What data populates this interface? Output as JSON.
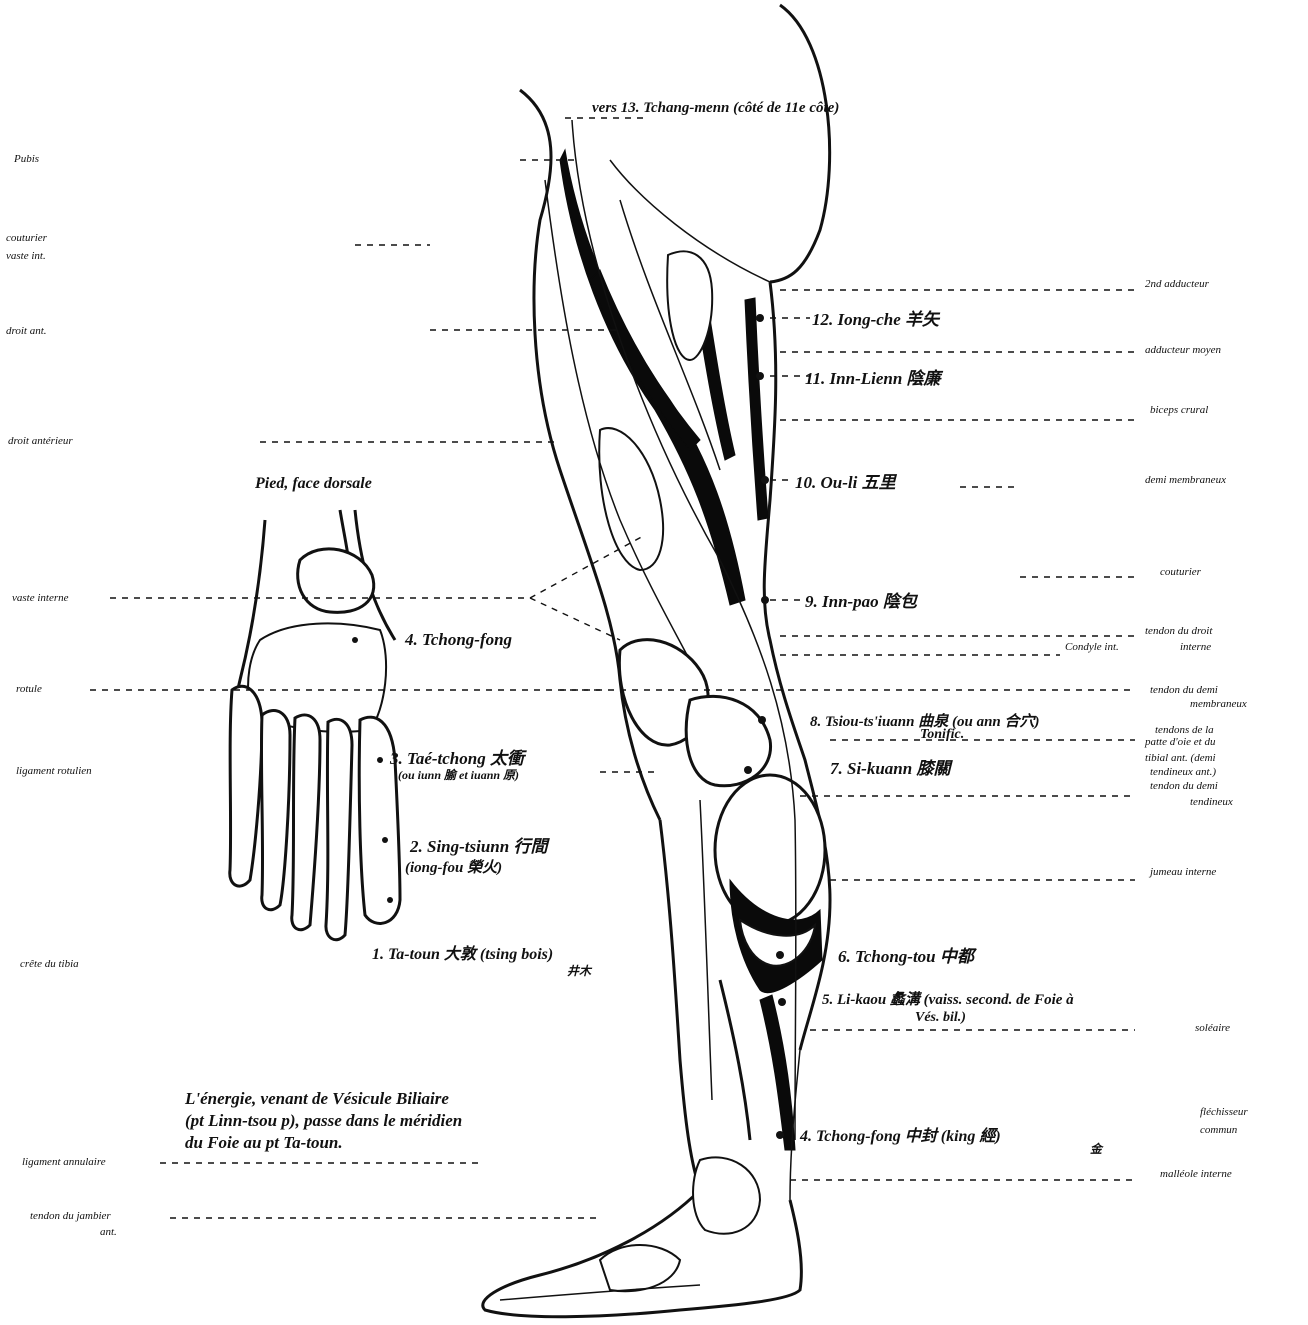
{
  "left_labels": [
    {
      "id": "pubis",
      "text": "Pubis"
    },
    {
      "id": "couturier-1",
      "text": "couturier"
    },
    {
      "id": "couturier-2",
      "text": "vaste int."
    },
    {
      "id": "adducteur-1",
      "text": "droit ant."
    },
    {
      "id": "adducteur-2",
      "text": "droit antérieur"
    },
    {
      "id": "vaste-interne",
      "text": "vaste interne"
    },
    {
      "id": "rotule",
      "text": "rotule"
    },
    {
      "id": "ligament-rotulien",
      "text": "ligament rotulien"
    },
    {
      "id": "crete-tibia",
      "text": "crête du tibia"
    },
    {
      "id": "ligament-anneau",
      "text": "ligament annulaire"
    },
    {
      "id": "tendon-jambier-1",
      "text": "tendon du jambier"
    },
    {
      "id": "tendon-jambier-2",
      "text": "ant."
    }
  ],
  "right_labels": [
    {
      "id": "adducteur-2nd",
      "text": "2nd adducteur"
    },
    {
      "id": "adducteur-moyen",
      "text": "adducteur moyen"
    },
    {
      "id": "biceps-crural",
      "text": "biceps crural"
    },
    {
      "id": "demi-membraneux",
      "text": "demi membraneux"
    },
    {
      "id": "couturier-r",
      "text": "couturier"
    },
    {
      "id": "tendon-droit-1",
      "text": "tendon du droit"
    },
    {
      "id": "tendon-droit-2",
      "text": "interne"
    },
    {
      "id": "condyle",
      "text": "Condyle int."
    },
    {
      "id": "tendon-demi-1",
      "text": "tendon du demi"
    },
    {
      "id": "tendon-demi-2",
      "text": "membraneux"
    },
    {
      "id": "tendons-patte-1",
      "text": "tendons de la"
    },
    {
      "id": "tendons-patte-2",
      "text": "patte d'oie et du"
    },
    {
      "id": "tendons-patte-3",
      "text": "tibial ant. (demi"
    },
    {
      "id": "tendons-patte-4",
      "text": "tendineux ant.)"
    },
    {
      "id": "tendon-demi-tend-1",
      "text": "tendon du demi"
    },
    {
      "id": "tendon-demi-tend-2",
      "text": "tendineux"
    },
    {
      "id": "jumeau",
      "text": "jumeau interne"
    },
    {
      "id": "solaire",
      "text": "soléaire"
    },
    {
      "id": "flechisseur-1",
      "text": "fléchisseur"
    },
    {
      "id": "flechisseur-2",
      "text": "commun"
    },
    {
      "id": "malleole",
      "text": "malléole interne"
    }
  ],
  "points": [
    {
      "id": "p13",
      "text": "vers 13. Tchang-menn (côté de 11e côte)"
    },
    {
      "id": "p12",
      "text": "12. Iong-che 羊矢"
    },
    {
      "id": "p11",
      "text": "11. Inn-Lienn 陰廉"
    },
    {
      "id": "p10",
      "text": "10. Ou-li 五里"
    },
    {
      "id": "p9",
      "text": "9. Inn-pao 陰包"
    },
    {
      "id": "p8",
      "text": "8. Tsiou-ts'iuann 曲泉 (ou ann 合穴)"
    },
    {
      "id": "p8b",
      "text": "Tonific."
    },
    {
      "id": "p7",
      "text": "7. Si-kuann 膝關"
    },
    {
      "id": "p6",
      "text": "6. Tchong-tou 中都"
    },
    {
      "id": "p5",
      "text": "5. Li-kaou 蠡溝 (vaiss. second. de Foie à"
    },
    {
      "id": "p5b",
      "text": "Vés. bil.)"
    },
    {
      "id": "p4r",
      "text": "4. Tchong-fong 中封 (king 經)"
    },
    {
      "id": "p4r-b",
      "text": "金"
    },
    {
      "id": "p4",
      "text": "4. Tchong-fong"
    },
    {
      "id": "p3",
      "text": "3. Taé-tchong 太衝"
    },
    {
      "id": "p3b",
      "text": "(ou iunn 腧 et iuann 原)"
    },
    {
      "id": "p2",
      "text": "2. Sing-tsiunn 行間"
    },
    {
      "id": "p2b",
      "text": "(iong-fou 榮火)"
    },
    {
      "id": "p1",
      "text": "1. Ta-toun 大敦 (tsing bois)"
    },
    {
      "id": "p1b",
      "text": "井木"
    }
  ],
  "foot_title": "Pied, face dorsale",
  "note_lines": [
    "L'énergie, venant de Vésicule Biliaire",
    "(pt Linn-tsou p), passe dans le méridien",
    "du Foie au pt Ta-toun."
  ]
}
